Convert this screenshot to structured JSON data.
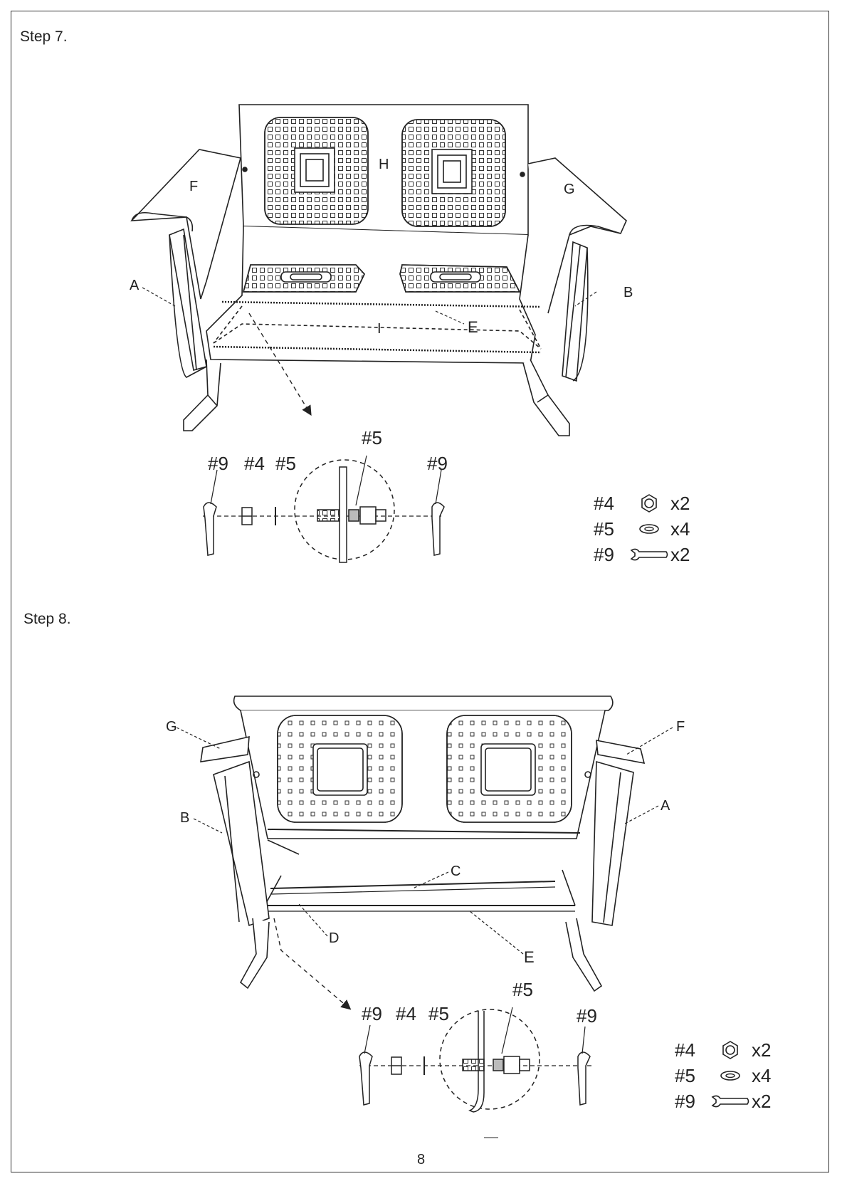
{
  "step7": {
    "title": "Step 7.",
    "parts": {
      "a": "A",
      "b": "B",
      "e": "E",
      "f": "F",
      "g": "G",
      "h": "H",
      "i": "I"
    },
    "callouts": {
      "wrench_left": "#9",
      "nut": "#4",
      "washer": "#5",
      "washer_top": "#5",
      "wrench_right": "#9"
    },
    "hardware": [
      {
        "code": "#4",
        "icon": "hex-nut-icon",
        "qty": "x2"
      },
      {
        "code": "#5",
        "icon": "washer-icon",
        "qty": "x4"
      },
      {
        "code": "#9",
        "icon": "wrench-icon",
        "qty": "x2"
      }
    ]
  },
  "step8": {
    "title": "Step 8.",
    "parts": {
      "a": "A",
      "b": "B",
      "c": "C",
      "d": "D",
      "e": "E",
      "f": "F",
      "g": "G"
    },
    "callouts": {
      "wrench_left": "#9",
      "nut": "#4",
      "washer": "#5",
      "washer_top": "#5",
      "wrench_right": "#9"
    },
    "hardware": [
      {
        "code": "#4",
        "icon": "hex-nut-icon",
        "qty": "x2"
      },
      {
        "code": "#5",
        "icon": "washer-icon",
        "qty": "x4"
      },
      {
        "code": "#9",
        "icon": "wrench-icon",
        "qty": "x2"
      }
    ]
  },
  "page_number": "8"
}
